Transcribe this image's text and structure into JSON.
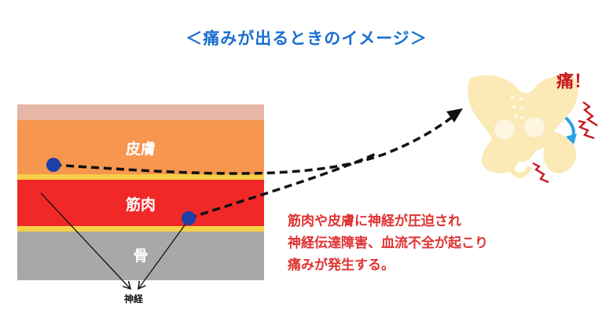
{
  "title": "＜痛みが出るときのイメージ＞",
  "layers": {
    "skin": "皮膚",
    "muscle": "筋肉",
    "bone": "骨"
  },
  "nerve_label": "神経",
  "pain_label": "痛！",
  "note": {
    "line1": "筋肉や皮膚に神経が圧迫され",
    "line2": "神経伝達障害、血流不全が起こり",
    "line3": "痛みが発生する。"
  },
  "colors": {
    "title": "#1a6fd0",
    "top_layer": "#e6b6a6",
    "skin": "#f7964f",
    "fat_line": "#f5d046",
    "muscle": "#f12828",
    "bone": "#a8a8a8",
    "nerve_point": "#1c3fa8",
    "note_text": "#e03232",
    "pain_text": "#c8141e",
    "pelvis": "#fbe9b6"
  },
  "icons": [
    "pelvis-icon",
    "lightning-icon",
    "curved-arrow-icon"
  ]
}
